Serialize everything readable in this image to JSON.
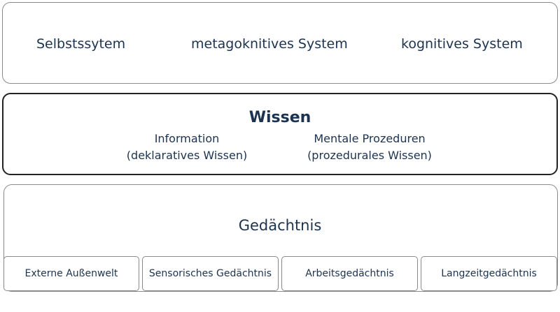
{
  "top": {
    "items": [
      "Selbstssytem",
      "metagoknitives System",
      "kognitives System"
    ]
  },
  "wissen": {
    "title": "Wissen",
    "left": {
      "line1": "Information",
      "line2": "(deklaratives Wissen)"
    },
    "right": {
      "line1": "Mentale Prozeduren",
      "line2": "(prozedurales Wissen)"
    }
  },
  "memory": {
    "title": "Gedächtnis",
    "items": [
      "Externe Außenwelt",
      "Sensorisches Gedächtnis",
      "Arbeitsgedächtnis",
      "Langzeitgedächtnis"
    ]
  }
}
